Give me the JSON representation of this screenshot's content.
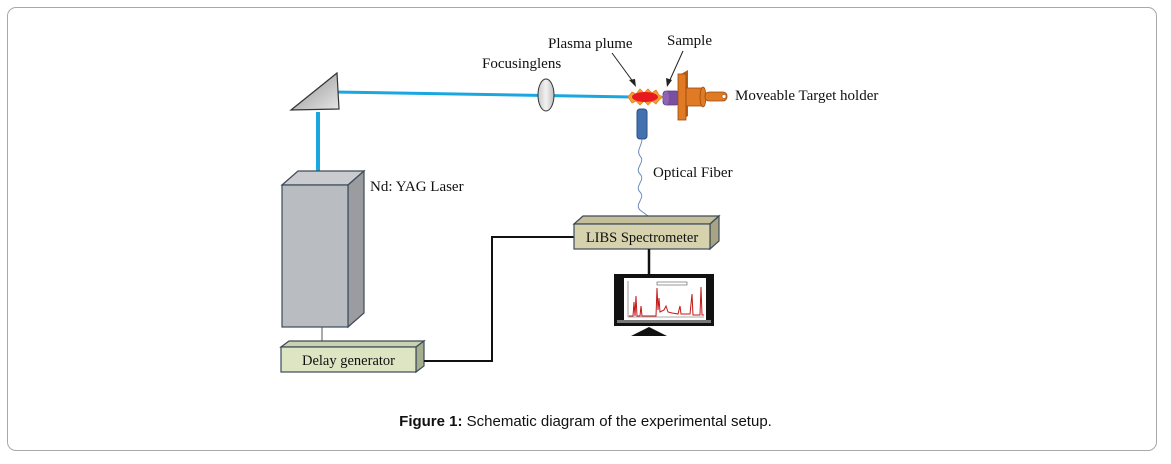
{
  "labels": {
    "focusing_lens": "Focusinglens",
    "plasma_plume": "Plasma plume",
    "sample": "Sample",
    "target_holder": "Moveable Target holder",
    "optical_fiber": "Optical Fiber",
    "laser": "Nd: YAG Laser",
    "spectrometer": "LIBS Spectrometer",
    "delay_generator": "Delay generator"
  },
  "caption": {
    "prefix": "Figure 1:",
    "text": " Schematic diagram of the experimental setup."
  },
  "colors": {
    "laser_beam": "#1aa7e0",
    "laser_body": "#b9bcc0",
    "box_fill": "#d6d2ad",
    "delay_fill": "#dde5c3",
    "plasma": "#e8191f",
    "sample": "#7b4fa0",
    "holder": "#e07a24",
    "fiber_probe": "#4472b0"
  }
}
